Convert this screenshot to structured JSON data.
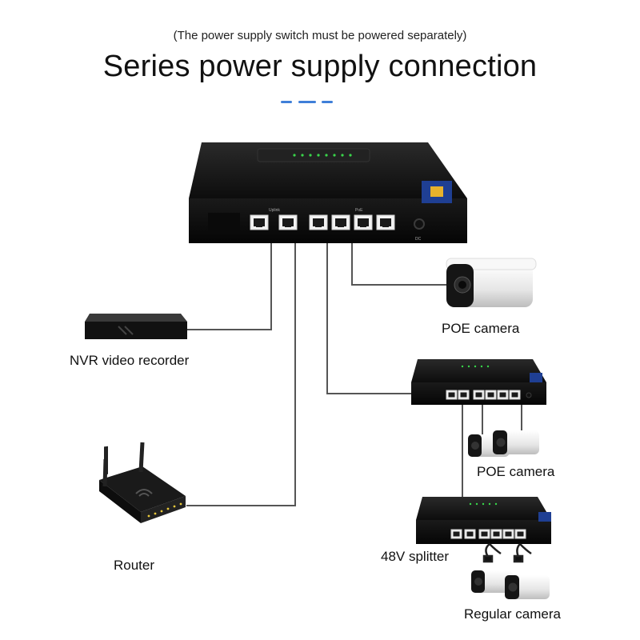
{
  "header": {
    "subtitle": "(The power supply switch must be powered separately)",
    "title": "Series power supply connection",
    "accent_color": "#3f7fd8"
  },
  "labels": {
    "poe_camera_top": "POE camera",
    "nvr": "NVR video recorder",
    "poe_camera_middle": "POE camera",
    "router": "Router",
    "splitter": "48V splitter",
    "regular_camera": "Regular camera"
  },
  "devices": {
    "main_switch": {
      "uplink_label": "Uplink",
      "poe_label": "PoE",
      "dc_label": "DC",
      "port_count": 6
    },
    "icons": [
      "poe-switch-icon",
      "bullet-camera-icon",
      "nvr-icon",
      "router-icon",
      "splitter-icon"
    ]
  }
}
